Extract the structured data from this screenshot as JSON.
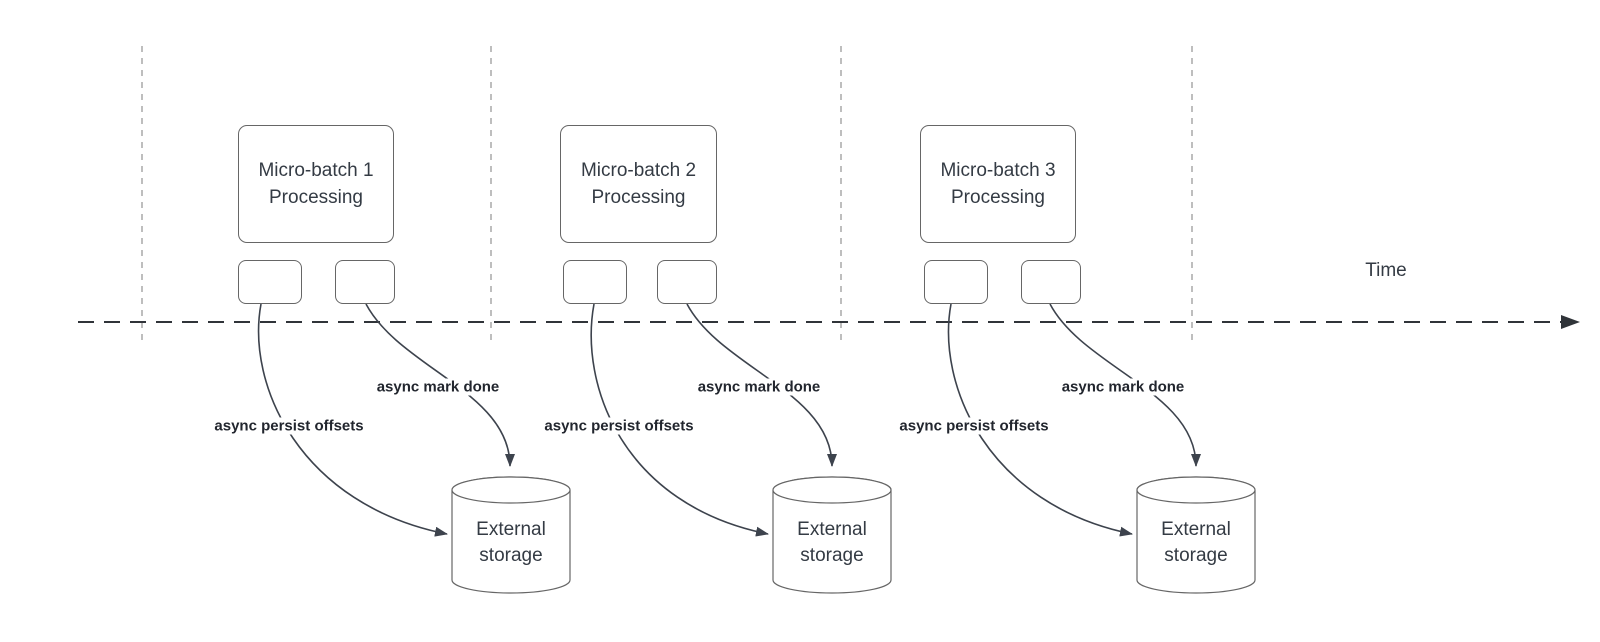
{
  "time_axis_label": "Time",
  "batches": [
    {
      "title": "Micro-batch 1",
      "subtitle": "Processing",
      "persist_label": "async persist offsets",
      "mark_label": "async mark done",
      "storage_title": "External",
      "storage_subtitle": "storage"
    },
    {
      "title": "Micro-batch 2",
      "subtitle": "Processing",
      "persist_label": "async persist offsets",
      "mark_label": "async mark done",
      "storage_title": "External",
      "storage_subtitle": "storage"
    },
    {
      "title": "Micro-batch 3",
      "subtitle": "Processing",
      "persist_label": "async persist offsets",
      "mark_label": "async mark done",
      "storage_title": "External",
      "storage_subtitle": "storage"
    }
  ],
  "colors": {
    "background": "#ffffff",
    "shape_border": "#666666",
    "shape_text": "#343b44",
    "flow_curve": "#3d434d",
    "bold_label_text": "#22262e",
    "time_axis": "#303439",
    "interval_gridline": "#a9a9a9"
  }
}
